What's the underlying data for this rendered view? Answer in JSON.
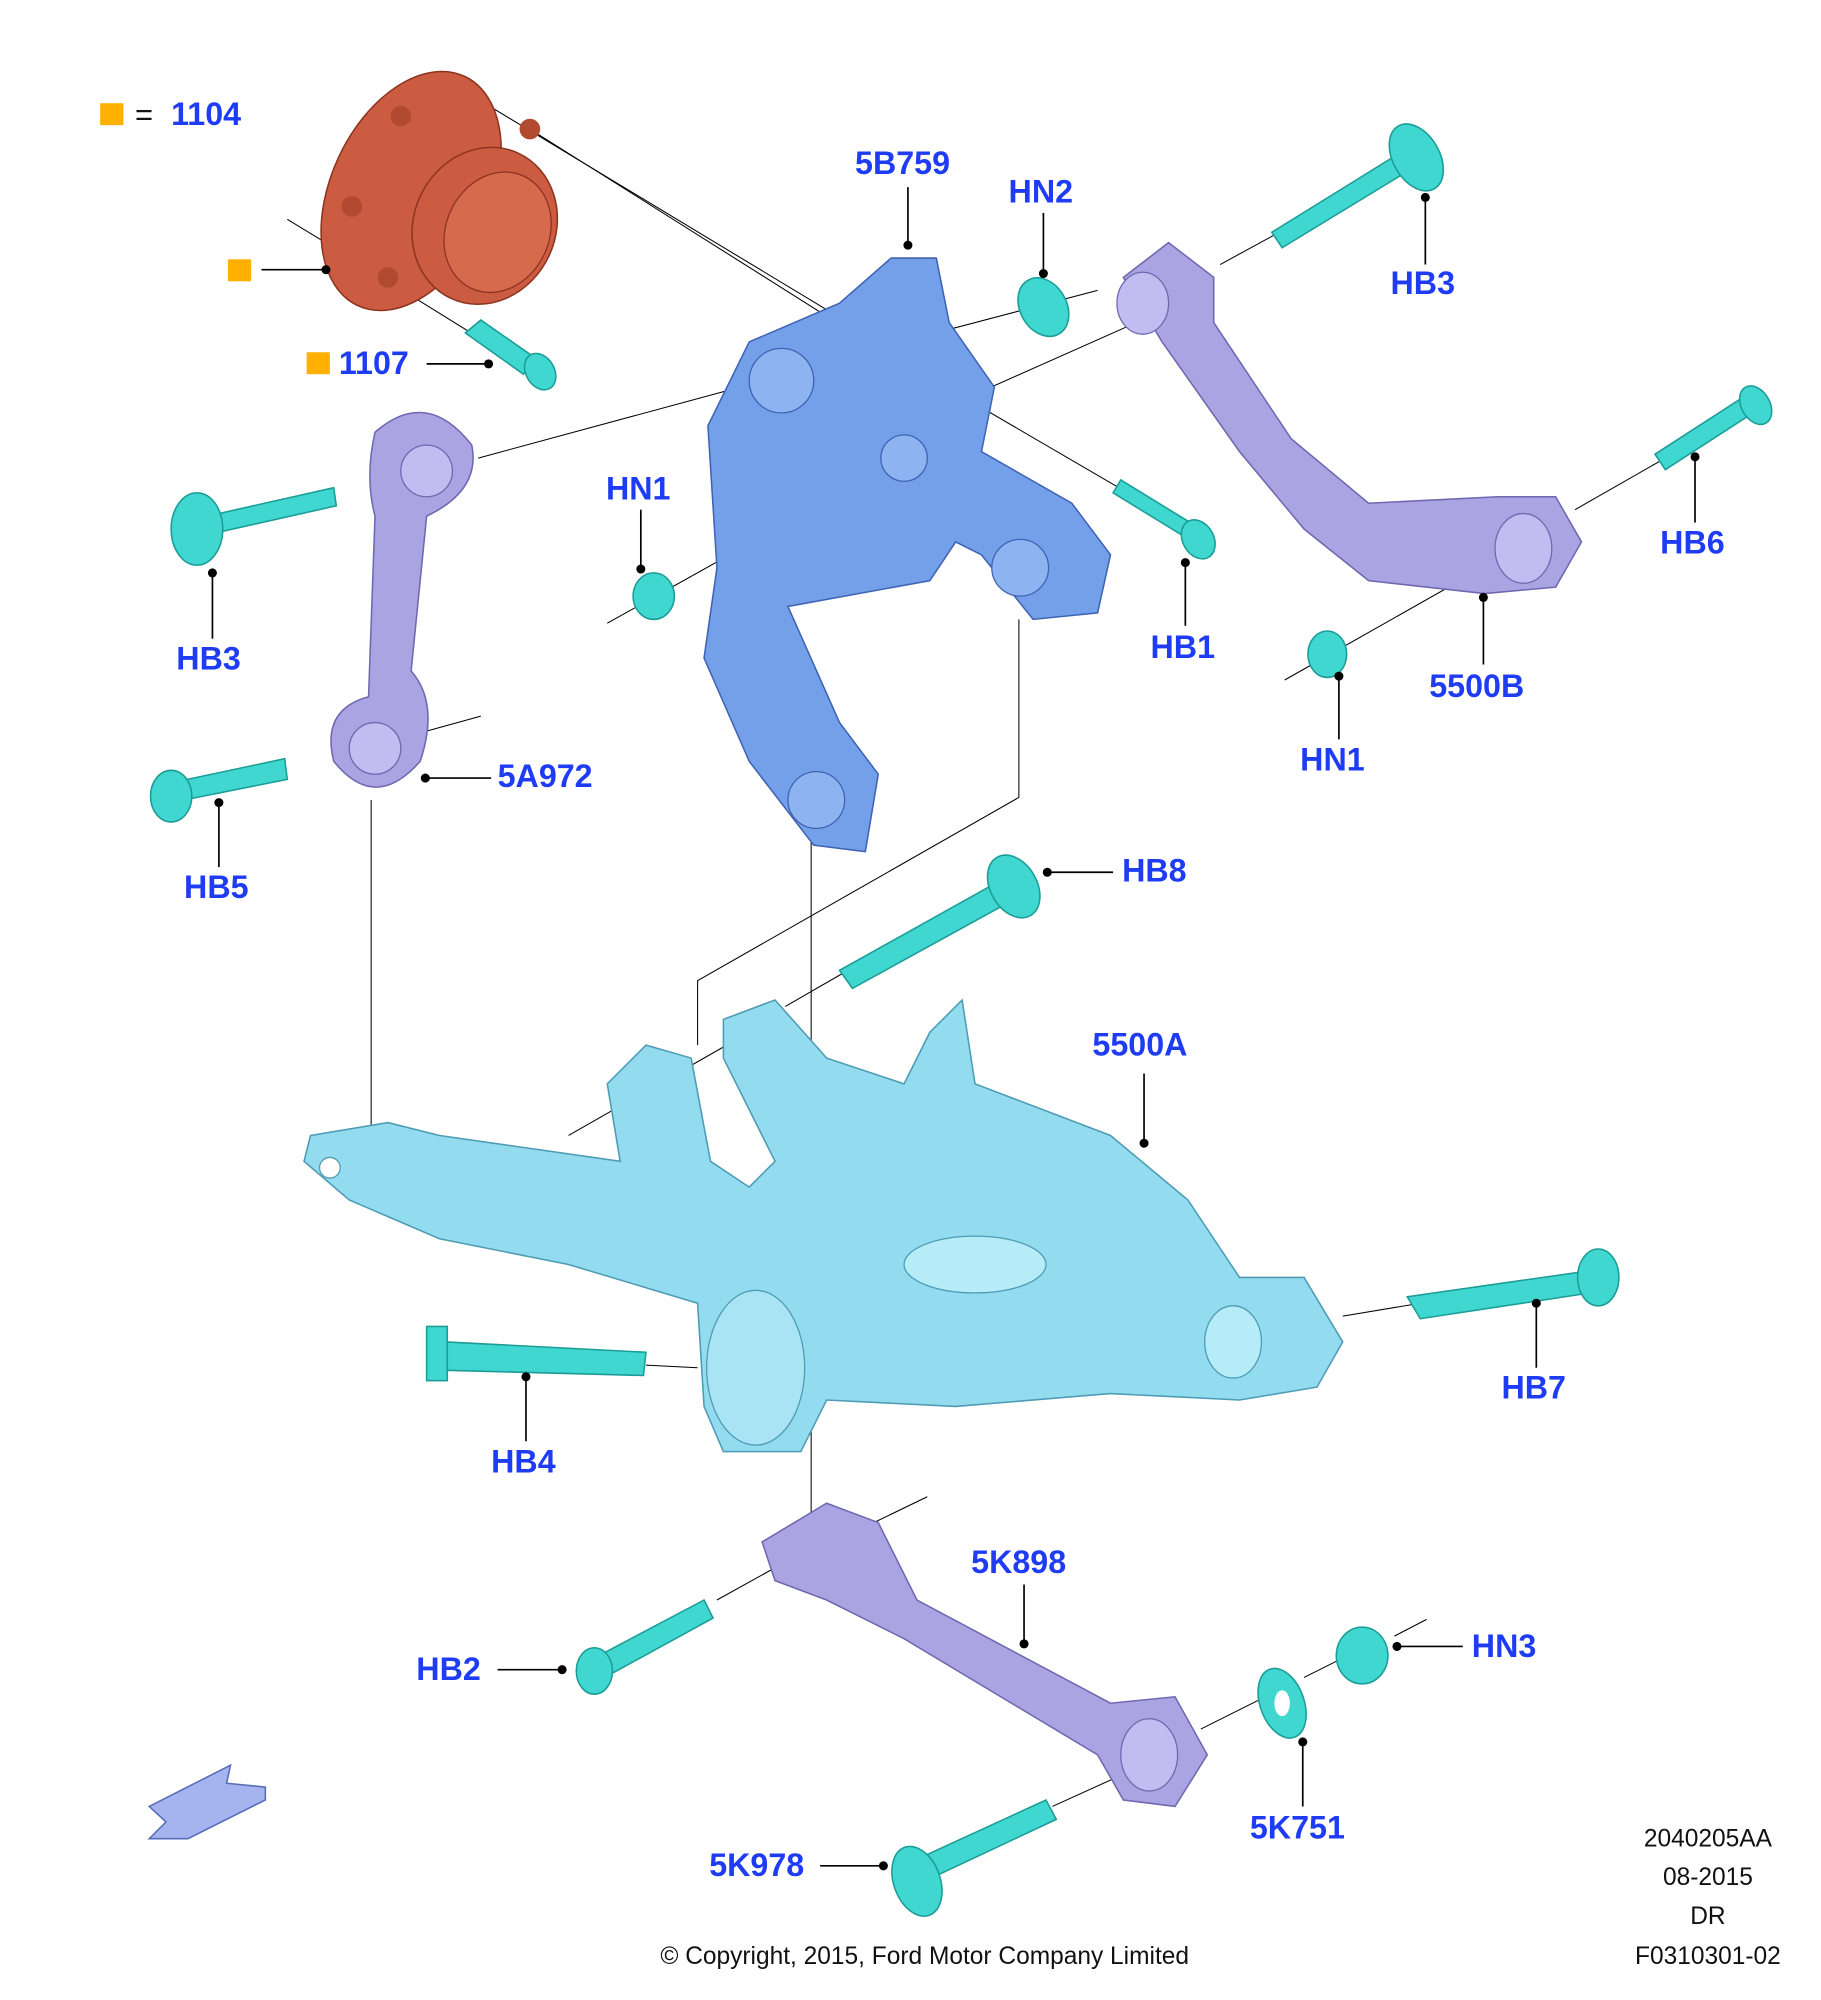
{
  "legend": {
    "equals": "=",
    "assembly_number": "1104",
    "marker_color": "#ffb000"
  },
  "labels": {
    "stud": "1107",
    "knuckle": "5B759",
    "hn2": "HN2",
    "hb3_top": "HB3",
    "hn1_left": "HN1",
    "hb1": "HB1",
    "hb3_left": "HB3",
    "hb6": "HB6",
    "upper_arm": "5500B",
    "hn1_right": "HN1",
    "toe_link": "5A972",
    "hb5": "HB5",
    "hb8": "HB8",
    "lower_arm": "5500A",
    "hb7": "HB7",
    "hb4": "HB4",
    "trailing_link": "5K898",
    "hb2": "HB2",
    "hn3": "HN3",
    "washer": "5K751",
    "bolt_5k978": "5K978"
  },
  "footer": {
    "copyright": "© Copyright, 2015, Ford Motor Company Limited",
    "illustration_id": "2040205AA",
    "date": "08-2015",
    "region": "DR",
    "figure_ref": "F0310301-02"
  },
  "colors": {
    "label": "#1f3cf5",
    "hub": "#cc5c41",
    "knuckle": "#74a0ea",
    "lower_arm": "#93dcef",
    "links": "#aaa4e2",
    "fasteners": "#3fd7cf"
  }
}
